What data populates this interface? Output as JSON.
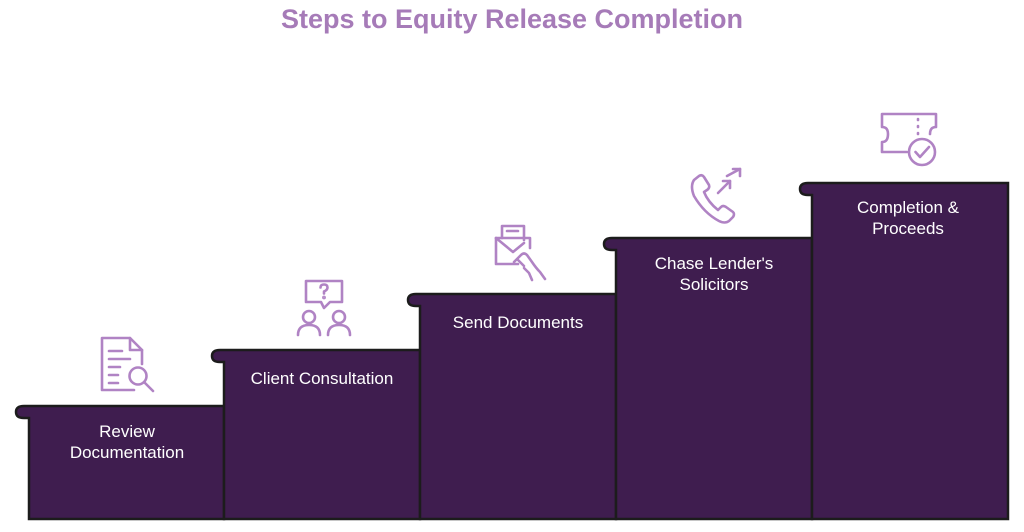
{
  "title": "Steps to Equity Release Completion",
  "colors": {
    "title": "#a67bb8",
    "step_fill": "#3f1d4f",
    "step_outline": "#1c1c1c",
    "icon_stroke": "#b083c4",
    "label_text": "#ffffff"
  },
  "steps": [
    {
      "label": "Review\nDocumentation",
      "icon": "document-search-icon"
    },
    {
      "label": "Client Consultation",
      "icon": "people-question-icon"
    },
    {
      "label": "Send Documents",
      "icon": "hand-envelope-icon"
    },
    {
      "label": "Chase Lender's\nSolicitors",
      "icon": "phone-arrows-icon"
    },
    {
      "label": "Completion &\nProceeds",
      "icon": "ticket-check-icon"
    }
  ]
}
